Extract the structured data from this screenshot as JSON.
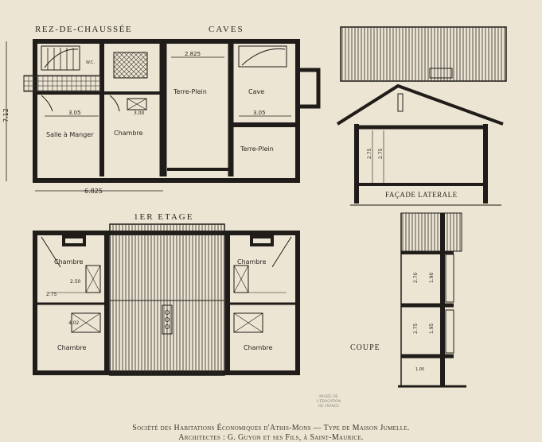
{
  "labels": {
    "ground_floor": "REZ-DE-CHAUSSÉE",
    "cellars": "CAVES",
    "first_floor": "1ER ETAGE",
    "side_facade": "FAÇADE LATERALE",
    "section": "COUPE"
  },
  "rooms": {
    "salle_a_manger": "Salle à Manger",
    "chambre": "Chambre",
    "terre_plein": "Terre-Plein",
    "cave": "Cave",
    "wc": "W.C."
  },
  "dimensions": {
    "total_width": "6.825",
    "total_depth": "7.12",
    "cave_width": "2.825",
    "dining_width": "3.05",
    "cave_depth": "3.05",
    "chambre_depth": "3.00",
    "e1": "2.50",
    "e2": "2.75",
    "e3": "4.02",
    "h1": "2.70",
    "h2": "1.90",
    "h3": "2.75",
    "h4": "1.95",
    "h5": "2.75",
    "h6": "1.05"
  },
  "caption": {
    "line1": "Société des Habitations Économiques d'Athis-Mons — Type de Maison Jumelle.",
    "line2": "Architectes : G. Guyon et ses Fils, à Saint-Maurice."
  },
  "stamp": {
    "line1": "MUSÉE DE L'ÉDUCATION",
    "line2": "DE FRANCE"
  }
}
